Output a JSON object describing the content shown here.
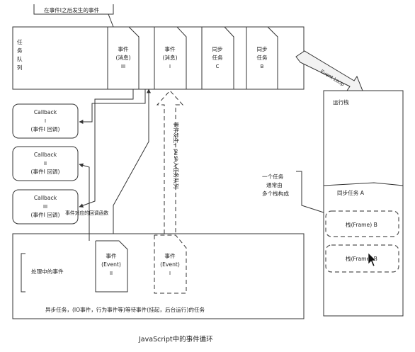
{
  "top_annotation": "在事件I之后发生的事件",
  "queue": {
    "label_lines": [
      "任",
      "务",
      "队",
      "列"
    ],
    "items": [
      {
        "lines": [
          "事件",
          "(消息)",
          "III"
        ]
      },
      {
        "lines": [
          "事件",
          "(消息)",
          "I"
        ]
      },
      {
        "lines": [
          "同步",
          "任务",
          "C"
        ]
      },
      {
        "lines": [
          "同步",
          "任务",
          "B"
        ]
      }
    ]
  },
  "event_loop_label": "Event Loop",
  "runtime": {
    "title": "运行栈",
    "annotation_lines": [
      "一个任务",
      "通常由",
      "多个栈构成"
    ],
    "task_label": "同步任务 A",
    "frames": [
      "栈(Frame) B",
      "栈(Frame) B"
    ]
  },
  "callbacks": [
    {
      "lines": [
        "Callback",
        "I",
        "(事件I 回调)"
      ]
    },
    {
      "lines": [
        "Callback",
        "II",
        "(事件I 回调)"
      ]
    },
    {
      "lines": [
        "Callback",
        "III",
        "(事件I 回调)"
      ]
    }
  ],
  "callback_annotation": "事件对应的回调函数",
  "vertical_annotation": "事件发生，push入任务队列",
  "processing": {
    "label": "处理中的事件",
    "events": [
      {
        "lines": [
          "事件",
          "(Event)",
          "II"
        ]
      },
      {
        "lines": [
          "事件",
          "(Event)",
          "I"
        ]
      }
    ],
    "footer": "异步任务，(IO事件，行为事件等)等待事件(挂起，后台运行)的任务"
  },
  "caption": "JavaScript中的事件循环"
}
